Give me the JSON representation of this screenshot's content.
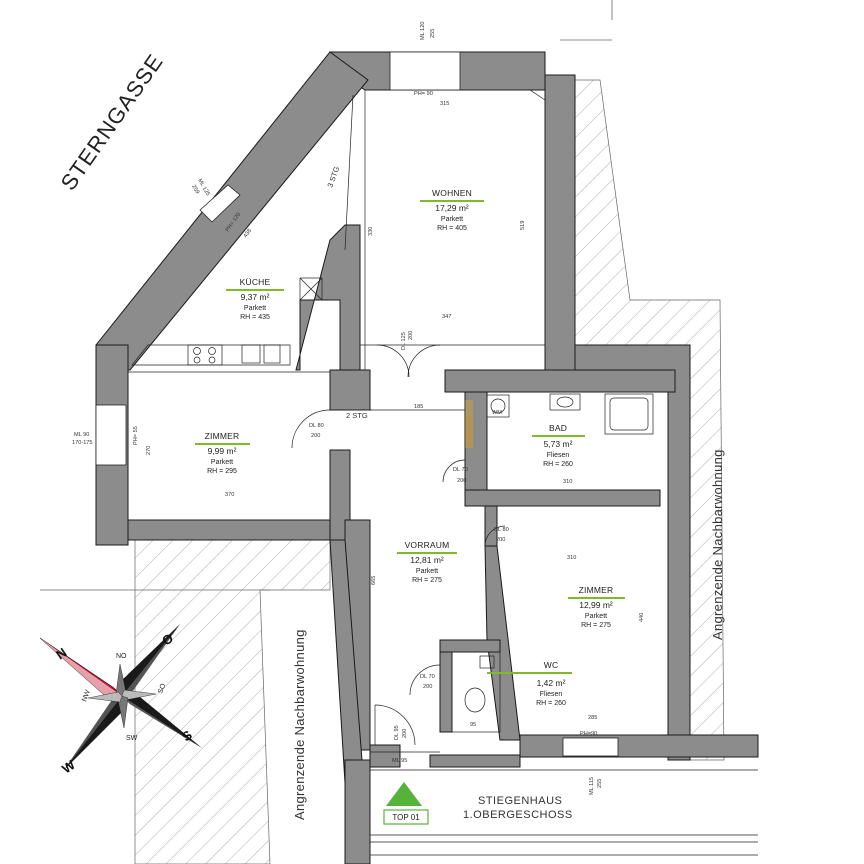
{
  "street": "STERNGASSE",
  "neighbors": {
    "left": "Angrenzende Nachbarwohnung",
    "right": "Angrenzende Nachbarwohnung"
  },
  "staircase": {
    "line1": "STIEGENHAUS",
    "line2": "1.OBERGESCHOSS"
  },
  "unit_label": "TOP 01",
  "rooms": {
    "wohnen": {
      "name": "WOHNEN",
      "area": "17,29 m²",
      "floor": "Parkett",
      "height": "RH = 405"
    },
    "kueche": {
      "name": "KÜCHE",
      "area": "9,37 m²",
      "floor": "Parkett",
      "height": "RH = 435"
    },
    "zimmer1": {
      "name": "ZIMMER",
      "area": "9,99 m²",
      "floor": "Parkett",
      "height": "RH = 295"
    },
    "bad": {
      "name": "BAD",
      "area": "5,73 m²",
      "floor": "Fliesen",
      "height": "RH = 260"
    },
    "vorraum": {
      "name": "VORRAUM",
      "area": "12,81 m²",
      "floor": "Parkett",
      "height": "RH = 275"
    },
    "zimmer2": {
      "name": "ZIMMER",
      "area": "12,99 m²",
      "floor": "Parkett",
      "height": "RH = 275"
    },
    "wc": {
      "name": "WC",
      "area": "1,42 m²",
      "floor": "Fliesen",
      "height": "RH = 260"
    }
  },
  "dimensions": {
    "wohnen_top": "315",
    "wohnen_bottom": "347",
    "wohnen_right": "519",
    "wohnen_left": "330",
    "ph_90_top": "PH= 90",
    "ml_top": "ML 120",
    "ml_top2": "255",
    "ml_kueche": "ML 125",
    "ml_kueche2": "259",
    "ph_kueche": "PH= 120",
    "kueche_diag": "438",
    "stg3": "3 STG",
    "dl_wohnen": "DL 125",
    "dl_wohnen2": "200",
    "ml_zimmer": "ML 90",
    "ml_zimmer2": "170-175",
    "ph_zimmer": "PH= 55",
    "zimmer1_h": "270",
    "zimmer1_w": "370",
    "dl_zimmer": "DL 80",
    "dl_zimmer2": "200",
    "stg2": "2 STG",
    "vorraum_top": "185",
    "vorraum_h": "665",
    "dl_bad": "DL 70",
    "dl_bad2": "200",
    "bad_w": "310",
    "dl_zimmer2a": "DL 80",
    "dl_zimmer2b": "200",
    "zimmer2_w": "310",
    "zimmer2_h": "440",
    "zimmer2_b": "285",
    "ph_zimmer2": "PH=90",
    "dl_wc": "DL 70",
    "dl_wc2": "200",
    "wc_w": "95",
    "dl_entry": "DL 95",
    "dl_entry2": "200",
    "ml_entry": "ML 95",
    "ml_stair": "ML 115",
    "ml_stair2": "255"
  },
  "fixtures": {
    "wm": "WM",
    "heater": "E-HEIZUNG"
  },
  "compass": {
    "north": "N",
    "east": "O",
    "south": "S",
    "west": "W",
    "northeast": "NO",
    "southeast": "SO",
    "southwest": "SW",
    "northwest": "NW"
  },
  "colors": {
    "wall": "#8c8c8c",
    "wall_edge": "#1a1a1a",
    "room_underline": "#7fba2a",
    "triangle": "#55b33a",
    "compass_red": "#c8102e",
    "compass_black": "#1a1a1a",
    "heater": "#e9a81c"
  }
}
